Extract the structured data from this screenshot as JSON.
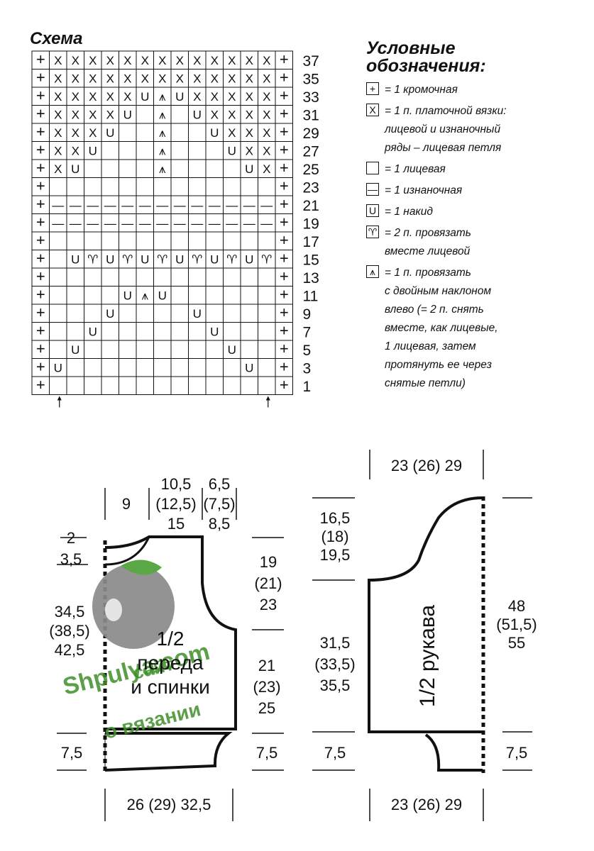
{
  "chart_title": "Схема",
  "grid": {
    "columns": 15,
    "rows_bottom_to_top": [
      "+             +",
      "+U          U +",
      "+ U        U  +",
      "+  U      U   +",
      "+   U    U    +",
      "+    U^U      +",
      "+             +",
      "+ UkUkUkUkUkUk+",
      "+             +",
      "+-------------+",
      "+-------------+",
      "+             +",
      "+XU    ^    UX+",
      "+XXU   ^   UXX+",
      "+XXXU  ^  UXXX+",
      "+XXXXU ^ UXXXX+",
      "+XXXXXU^UXXXXX+",
      "+XXXXXXXXXXXXX+",
      "+XXXXXXXXXXXXX+"
    ],
    "row_numbers": [
      "1",
      "3",
      "5",
      "7",
      "9",
      "11",
      "13",
      "15",
      "17",
      "19",
      "21",
      "23",
      "25",
      "27",
      "29",
      "31",
      "33",
      "35",
      "37"
    ],
    "repeat_marker_columns": [
      2,
      14
    ]
  },
  "symbols": {
    "edge": "+",
    "garter": "X",
    "knit": "",
    "purl": "—",
    "yo": "U",
    "k2tog": "♈",
    "double_dec": "⩚"
  },
  "legend": {
    "title": "Условные\nобозначения:",
    "items": [
      {
        "icon": "edge-icon",
        "symbol": "+",
        "text": "= 1 кромочная"
      },
      {
        "icon": "garter-icon",
        "symbol": "X",
        "text": "= 1 п. платочной вязки:\nлицевой и изнаночный\nряды – лицевая петля"
      },
      {
        "icon": "knit-icon",
        "symbol": "",
        "text": "= 1 лицевая"
      },
      {
        "icon": "purl-icon",
        "symbol": "—",
        "text": "= 1 изнаночная"
      },
      {
        "icon": "yarn-over-icon",
        "symbol": "U",
        "text": "= 1 накид"
      },
      {
        "icon": "knit-two-together-icon",
        "symbol": "♈",
        "text": "= 2 п. провязать\nвместе лицевой"
      },
      {
        "icon": "double-decrease-icon",
        "symbol": "⩚",
        "text": "= 1 п. провязать\nс двойным наклоном\nвлево (= 2 п. снять\nвместе, как лицевые,\n1 лицевая, затем\nпротянуть ее через\nснятые петли)"
      }
    ]
  },
  "body_pattern": {
    "label": "1/2\nпереда\nи спинки",
    "top_dims": {
      "shoulder": "9",
      "neck_a": "10,5\n(12,5)\n15",
      "neck_b": "6,5\n(7,5)\n8,5"
    },
    "neck_drop": "2\n3,5",
    "left_height": "34,5\n(38,5)\n42,5",
    "armhole": "19\n(21)\n23",
    "side": "21\n(23)\n25",
    "rib_left": "7,5",
    "rib_right": "7,5",
    "width": "26 (29) 32,5"
  },
  "sleeve_pattern": {
    "label": "1/2 рукава",
    "top_width": "23 (26) 29",
    "cap": "16,5\n(18)\n19,5",
    "left_length": "31,5\n(33,5)\n35,5",
    "right_length": "48\n(51,5)\n55",
    "rib_left": "7,5",
    "rib_right": "7,5",
    "bottom_width": "23 (26) 29"
  },
  "watermark": {
    "line1": "Shpulya.com",
    "line2": "сайт",
    "line3": "о вязании",
    "colors": {
      "green": "#3f8f2a",
      "yarn": "#8a8a8a",
      "leaf": "#5aa845"
    }
  }
}
